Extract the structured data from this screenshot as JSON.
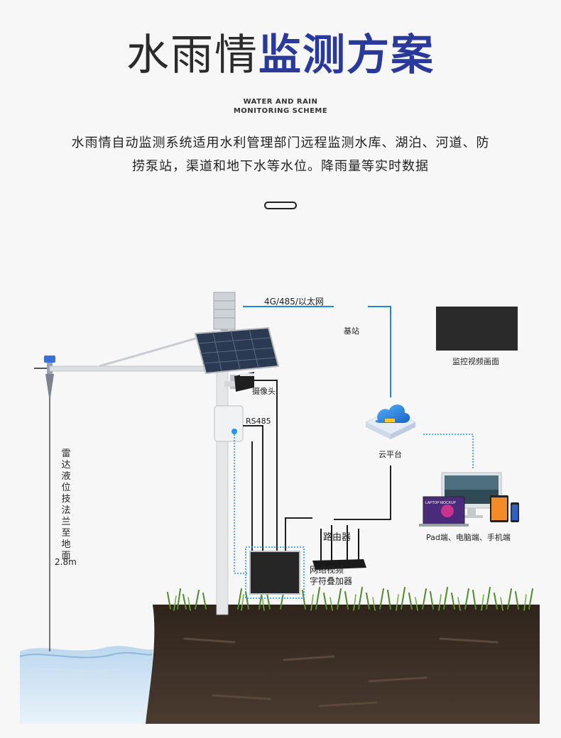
{
  "header": {
    "title_part1": "水雨情",
    "title_part2": "监测方案",
    "subtitle_line1": "WATER AND RAIN",
    "subtitle_line2": "MONITORING SCHEME",
    "description_line1": "水雨情自动监测系统适用水利管理部门远程监测水库、湖泊、河道、防",
    "description_line2": "捞泵站，渠道和地下水等水位。降雨量等实时数据"
  },
  "diagram": {
    "network_label": "4G/485/以太网",
    "base_station_label": "基站",
    "monitor_label": "监控视频画面",
    "camera_label": "摄像头",
    "rs485_label": "RS485",
    "cloud_label": "云平台",
    "devices_label": "Pad端、电脑端、手机端",
    "router_label": "路由器",
    "overlay_label_line1": "网络视频",
    "overlay_label_line2": "字符叠加器",
    "radar_label": "雷达液位技法兰至地面",
    "radar_value": "2.8m",
    "laptop_text": "LAPTOP MOCKUP"
  },
  "colors": {
    "title_accent": "#2a3a9c",
    "line_blue": "#1e88e5",
    "dotted_blue": "#2196f3"
  }
}
